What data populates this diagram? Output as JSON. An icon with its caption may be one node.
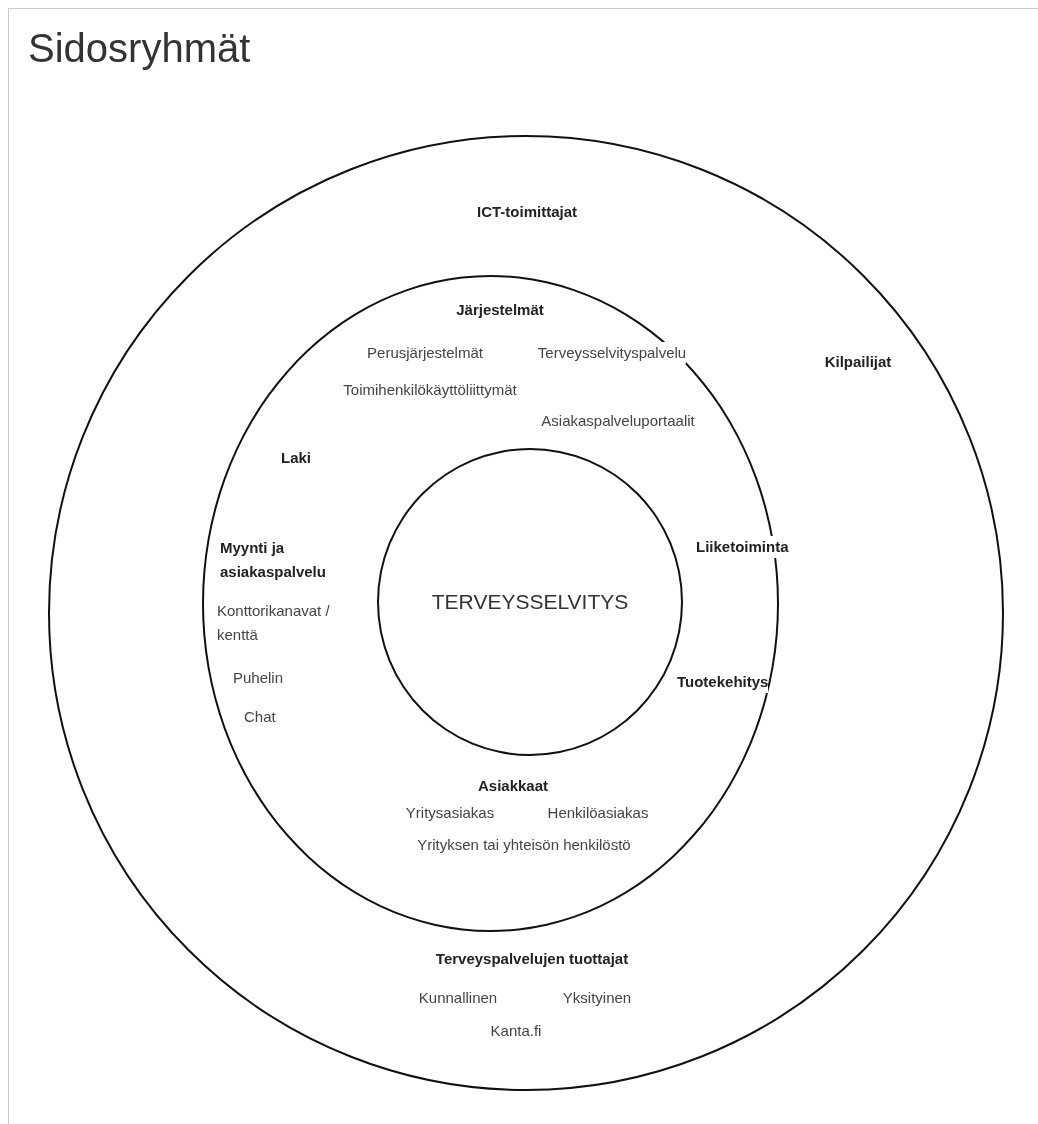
{
  "diagram": {
    "title": "Sidosryhmät",
    "nodes": [
      {
        "text": [],
        "shape": "circle"
      },
      {
        "text": [],
        "shape": "circle",
        "in": 0
      },
      {
        "text": [
          "TERVEYSSELVITYS"
        ],
        "in": 1
      }
    ],
    "labels": [
      "ICT-toimittajat",
      "Järjestelmät",
      "Perusjärjestelmät",
      "Terveysselvityspalvelu",
      "Kilpailijat",
      "Toimihenkilökäyttöliittymät",
      "Asiakaspalveluportaalit",
      "Laki",
      "Myynti ja asiakaspalvelu",
      "Liiketoiminta",
      "Konttorikanavat / kenttä",
      "Puhelin",
      "Tuotekehitys",
      "Chat",
      "Asiakkaat",
      "Yritysasiakas",
      "Henkilöasiakas",
      "Yrityksen tai yhteisön henkilöstö",
      "Terveyspalvelujen tuottajat",
      "Kunnallinen",
      "Yksityinen",
      "Kanta.fi"
    ]
  }
}
